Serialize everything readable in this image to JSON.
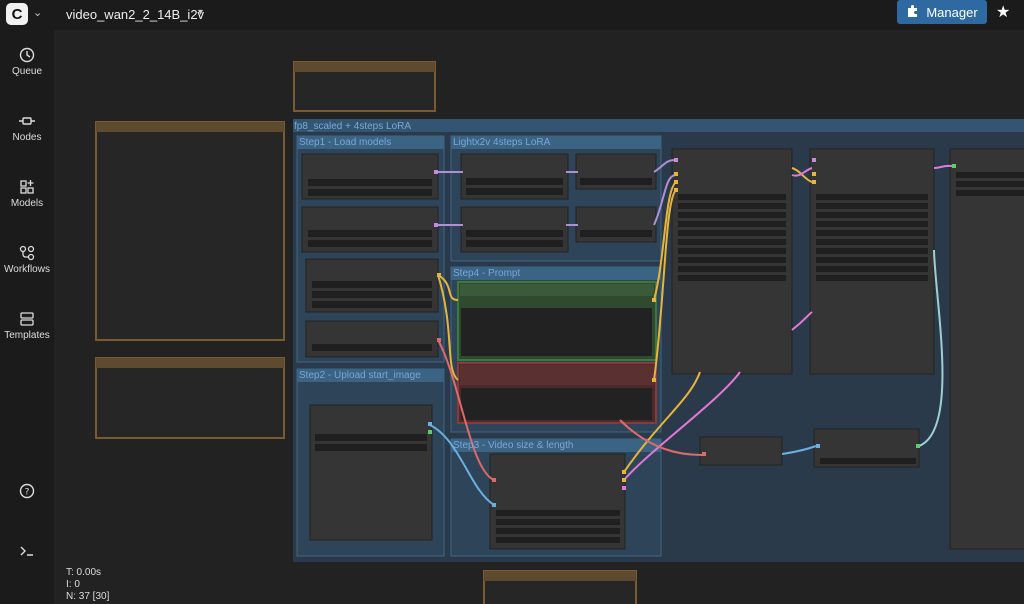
{
  "app": {
    "workflow_title": "video_wan2_2_14B_i2v",
    "manager_label": "Manager"
  },
  "sidebar": {
    "items": [
      {
        "label": "Queue",
        "icon": "history-icon"
      },
      {
        "label": "Nodes",
        "icon": "nodes-icon"
      },
      {
        "label": "Models",
        "icon": "models-icon"
      },
      {
        "label": "Workflows",
        "icon": "workflow-icon"
      },
      {
        "label": "Templates",
        "icon": "templates-icon"
      }
    ]
  },
  "groups": {
    "outer": "fp8_scaled + 4steps LoRA",
    "step1": "Step1 - Load models",
    "lightx2v": "Lightx2v 4steps LoRA",
    "step4": "Step4 - Prompt",
    "step2": "Step2 - Upload start_image",
    "step3": "Step3 - Video size & length"
  },
  "stats": {
    "time": "T: 0.00s",
    "iter": "I: 0",
    "nodes": "N: 37 [30]"
  },
  "colors": {
    "accent": "#2e6aa1",
    "group_fill": "#2a3d4f",
    "group_header": "#355774",
    "note_border": "#8a6a3a"
  }
}
